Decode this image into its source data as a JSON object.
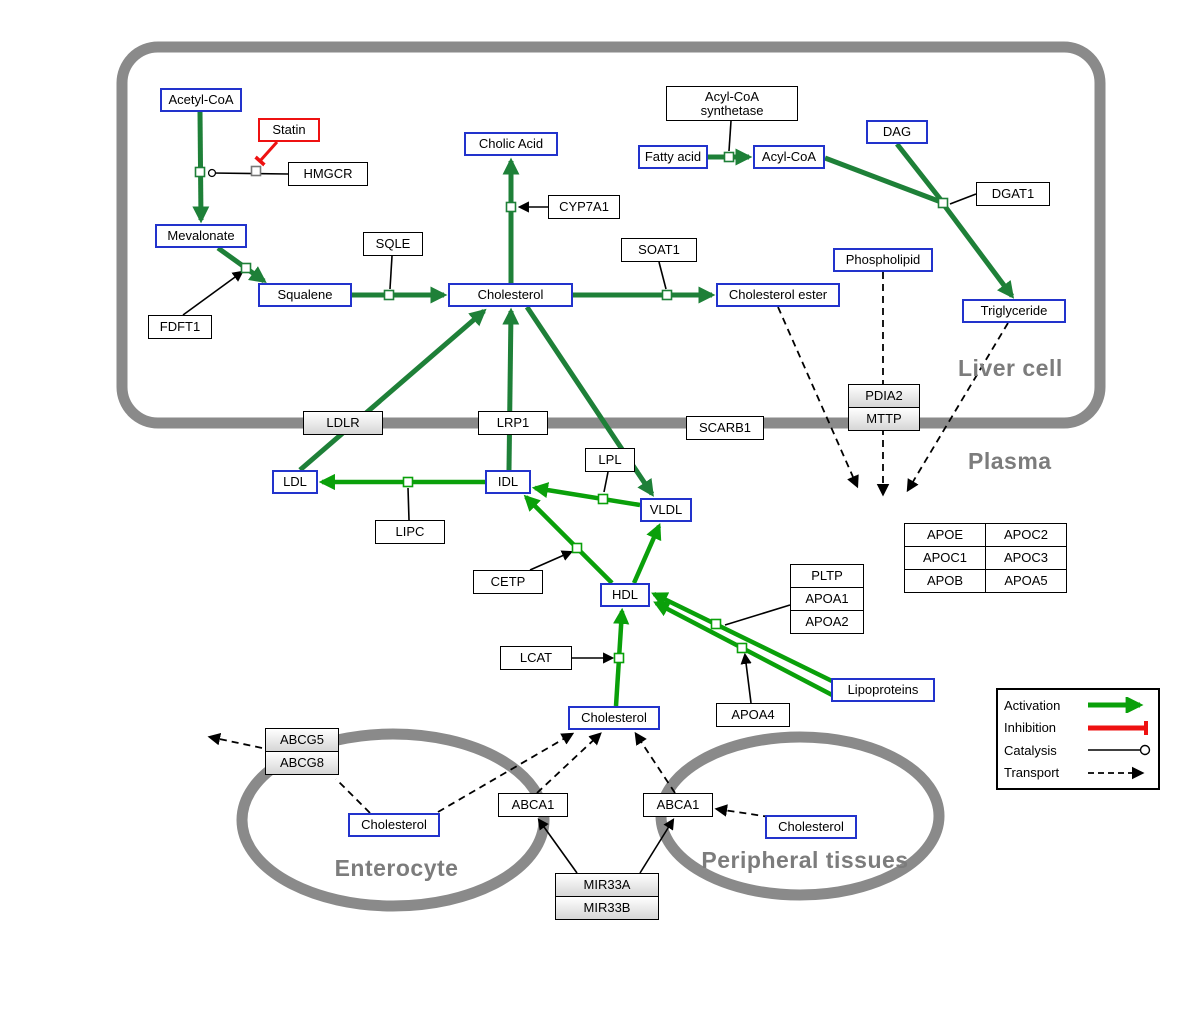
{
  "regions": {
    "liver_cell": "Liver cell",
    "plasma": "Plasma",
    "enterocyte": "Enterocyte",
    "peripheral_tissues": "Peripheral tissues"
  },
  "nodes": {
    "acetyl_coa": "Acetyl-CoA",
    "statin": "Statin",
    "hmgcr": "HMGCR",
    "mevalonate": "Mevalonate",
    "fdft1": "FDFT1",
    "squalene": "Squalene",
    "sqle": "SQLE",
    "cholesterol_liver": "Cholesterol",
    "cholic_acid": "Cholic Acid",
    "cyp7a1": "CYP7A1",
    "soat1": "SOAT1",
    "cholesterol_ester": "Cholesterol ester",
    "acyl_coa_synthetase_l1": "Acyl-CoA",
    "acyl_coa_synthetase_l2": "synthetase",
    "fatty_acid": "Fatty acid",
    "acyl_coa2": "Acyl-CoA",
    "dag": "DAG",
    "dgat1": "DGAT1",
    "phospholipid": "Phospholipid",
    "triglyceride": "Triglyceride",
    "ldlr": "LDLR",
    "lrp1": "LRP1",
    "scarb1": "SCARB1",
    "pdia2": "PDIA2",
    "mttp": "MTTP",
    "ldl": "LDL",
    "idl": "IDL",
    "lipc": "LIPC",
    "lpl": "LPL",
    "vldl": "VLDL",
    "cetp": "CETP",
    "hdl": "HDL",
    "lcat": "LCAT",
    "pltp": "PLTP",
    "apoa1": "APOA1",
    "apoa2": "APOA2",
    "apoa4": "APOA4",
    "lipoproteins": "Lipoproteins",
    "apoe": "APOE",
    "apoc2": "APOC2",
    "apoc1": "APOC1",
    "apoc3": "APOC3",
    "apob": "APOB",
    "apoa5": "APOA5",
    "cholesterol_plasma": "Cholesterol",
    "abcg5": "ABCG5",
    "abcg8": "ABCG8",
    "cholesterol_enterocyte": "Cholesterol",
    "abca1_left": "ABCA1",
    "abca1_right": "ABCA1",
    "cholesterol_peripheral": "Cholesterol",
    "mir33a": "MIR33A",
    "mir33b": "MIR33B"
  },
  "legend": {
    "activation": "Activation",
    "inhibition": "Inhibition",
    "catalysis": "Catalysis",
    "transport": "Transport"
  },
  "colors": {
    "metabolite_border": "#2233cc",
    "inhibitor_border": "#ee1111",
    "liver_edge_green": "#1e8038",
    "plasma_edge_green": "#0aa00a",
    "cell_outline_gray": "#8a8a8a",
    "region_label_gray": "#7c7c7c"
  }
}
